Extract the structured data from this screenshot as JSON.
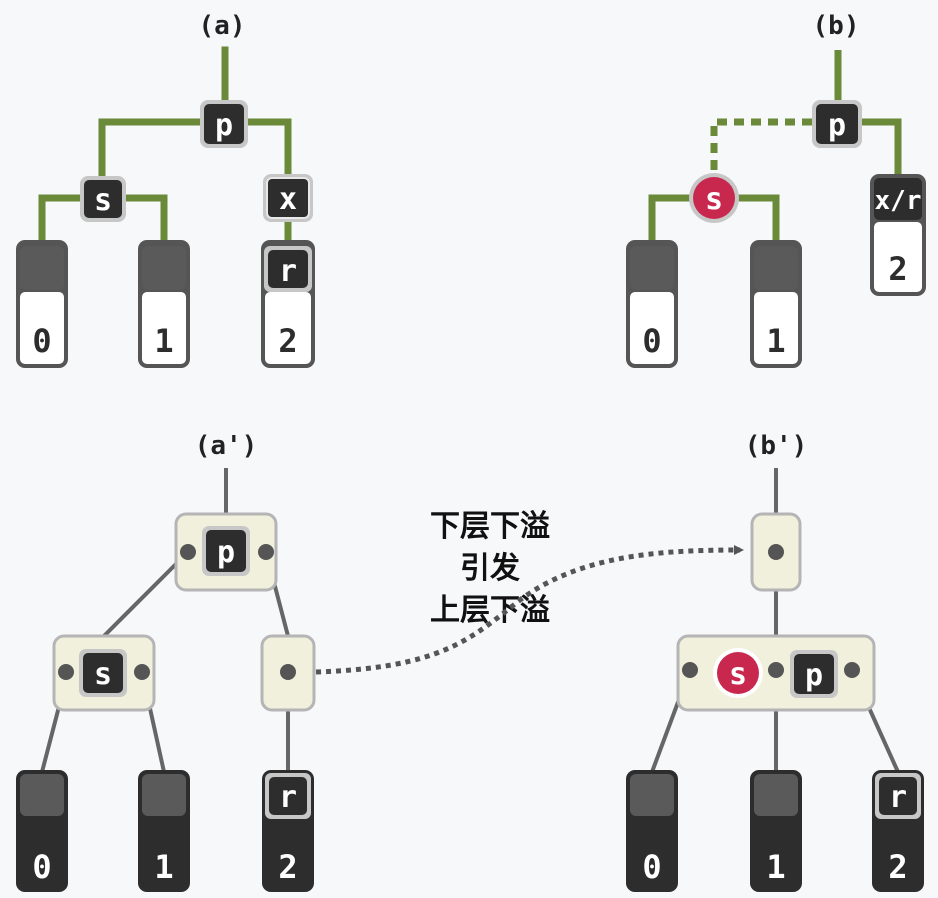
{
  "panels": {
    "a": {
      "title": "(a)",
      "root_key": "p",
      "sibling_key": "s",
      "x_key": "x",
      "r_key": "r"
    },
    "b": {
      "title": "(b)",
      "root_key": "p",
      "sibling_key": "s",
      "merged_key": "x/r"
    },
    "a_prime": {
      "title": "(a')",
      "root_key": "p",
      "sibling_key": "s",
      "r_key": "r"
    },
    "b_prime": {
      "title": "(b')",
      "sibling_key": "s",
      "root_key": "p",
      "r_key": "r"
    }
  },
  "subtrees": [
    "0",
    "1",
    "2"
  ],
  "annotation": {
    "line1": "下层下溢",
    "line2": "引发",
    "line3": "上层下溢"
  },
  "colors": {
    "green_edge": "#6a8a3a",
    "gray_edge": "#666666",
    "dark_key": "#2d2d2d",
    "gray_box": "#5a5a5a",
    "node_bg": "#f0f0dc",
    "node_border": "#b5b5b5",
    "red_key": "#c8284e",
    "background": "#f6f8fa"
  }
}
